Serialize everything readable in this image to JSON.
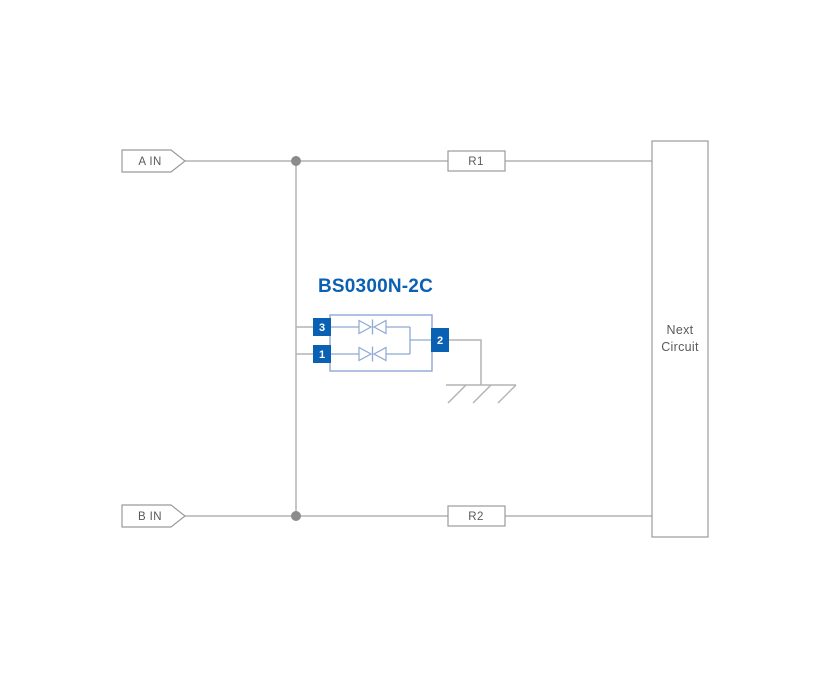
{
  "diagram": {
    "component_title": "BS0300N-2C",
    "inputs": {
      "a_label": "A IN",
      "b_label": "B IN"
    },
    "resistors": {
      "r1_label": "R1",
      "r2_label": "R2"
    },
    "next_circuit": {
      "line1": "Next",
      "line2": "Circuit"
    },
    "pins": {
      "pin3": "3",
      "pin1": "1",
      "pin2": "2"
    },
    "colors": {
      "background": "#ffffff",
      "wire": "#b4b4b4",
      "outline": "#9b9b9b",
      "junction": "#8b8b8b",
      "label_text": "#5a5a5a",
      "accent_blue": "#0a60b2",
      "light_blue": "#8ea9d4"
    }
  }
}
